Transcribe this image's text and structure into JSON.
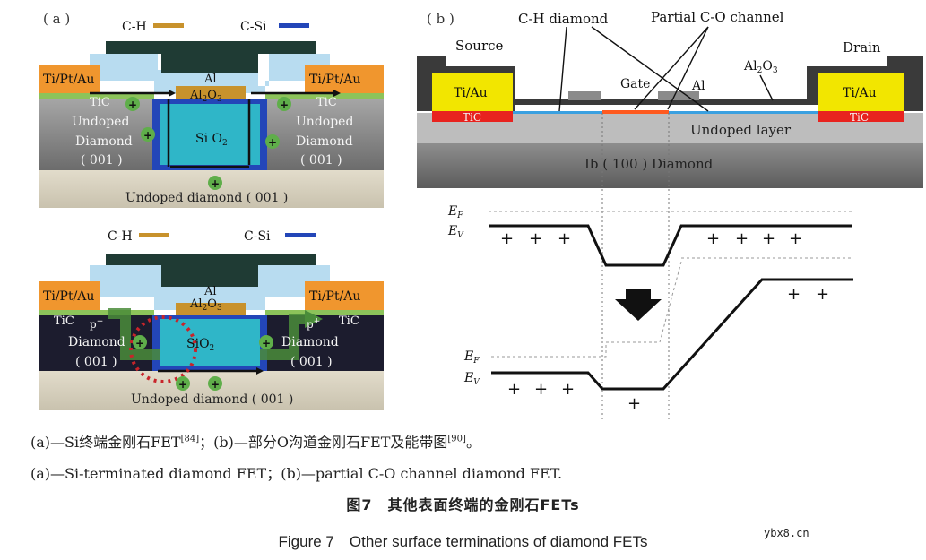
{
  "panel_a_top": {
    "label": "( a )",
    "legend_ch": "C-H",
    "legend_csi": "C-Si",
    "gate_metal": "Al",
    "dielectric": "Al",
    "dielectric_sub": "2",
    "dielectric_o": "O",
    "dielectric_sub2": "3",
    "contact_left": "Ti/Pt/Au",
    "contact_right": "Ti/Pt/Au",
    "tic_left": "TiC",
    "tic_right": "TiC",
    "side_left_1": "Undoped",
    "side_left_2": "Diamond",
    "side_left_3": "( 001 )",
    "side_right_1": "Undoped",
    "side_right_2": "Diamond",
    "side_right_3": "( 001 )",
    "oxide": "Si O",
    "oxide_sub": "2",
    "substrate": "Undoped diamond ( 001 )"
  },
  "panel_a_bottom": {
    "legend_ch": "C-H",
    "legend_csi": "C-Si",
    "gate_metal": "Al",
    "dielectric": "Al",
    "dielectric_sub": "2",
    "dielectric_o": "O",
    "dielectric_sub2": "3",
    "contact_left": "Ti/Pt/Au",
    "contact_right": "Ti/Pt/Au",
    "tic_left": "TiC",
    "tic_right": "TiC",
    "pplus": "p",
    "pplus_sup": "+",
    "side_left_2": "Diamond",
    "side_left_3": "( 001 )",
    "side_right_2": "Diamond",
    "side_right_3": "( 001 )",
    "oxide": "SiO",
    "oxide_sub": "2",
    "substrate": "Undoped diamond ( 001 )"
  },
  "panel_b": {
    "label": "( b )",
    "ch_diamond": "C-H diamond",
    "partial_co": "Partial C-O channel",
    "source": "Source",
    "drain": "Drain",
    "al2o3": "Al",
    "al2o3_sub": "2",
    "al2o3_o": "O",
    "al2o3_sub2": "3",
    "gate": "Gate",
    "al": "Al",
    "contact_left": "Ti/Au",
    "contact_right": "Ti/Au",
    "tic_left": "TiC",
    "tic_right": "TiC",
    "undoped_layer": "Undoped layer",
    "substrate": "Ib ( 100 ) Diamond",
    "ef": "E",
    "ef_sub": "F",
    "ev": "E",
    "ev_sub": "V",
    "plus": "+"
  },
  "caption": {
    "zh_a": "(a)—Si终端金刚石FET",
    "zh_ref_a": "[84]",
    "zh_mid": "；(b)—部分O沟道金刚石FET及能带图",
    "zh_ref_b": "[90]",
    "zh_end": "。",
    "en": "(a)—Si-terminated diamond FET；(b)—partial C-O channel diamond FET.",
    "title_zh": "图7　其他表面终端的金刚石FETs",
    "title_en": "Figure 7　Other surface terminations of diamond FETs"
  },
  "watermark": "ybx8.cn",
  "colors": {
    "contact_orange": "#f0962e",
    "tic_green": "#8cc35a",
    "gate_dark": "#1f3b34",
    "dielectric_light": "#b8dcf0",
    "oxide_cyan": "#2fb6c8",
    "csi_blue": "#2346b8",
    "ch_gold": "#c8922c",
    "undoped_grey": "#8a8a8a",
    "substrate_beige": "#d8d2c0",
    "pplus_dark": "#1c1c2e",
    "tiau_yellow": "#f2e600",
    "tic_red": "#e8231f",
    "band_black": "#111111"
  }
}
